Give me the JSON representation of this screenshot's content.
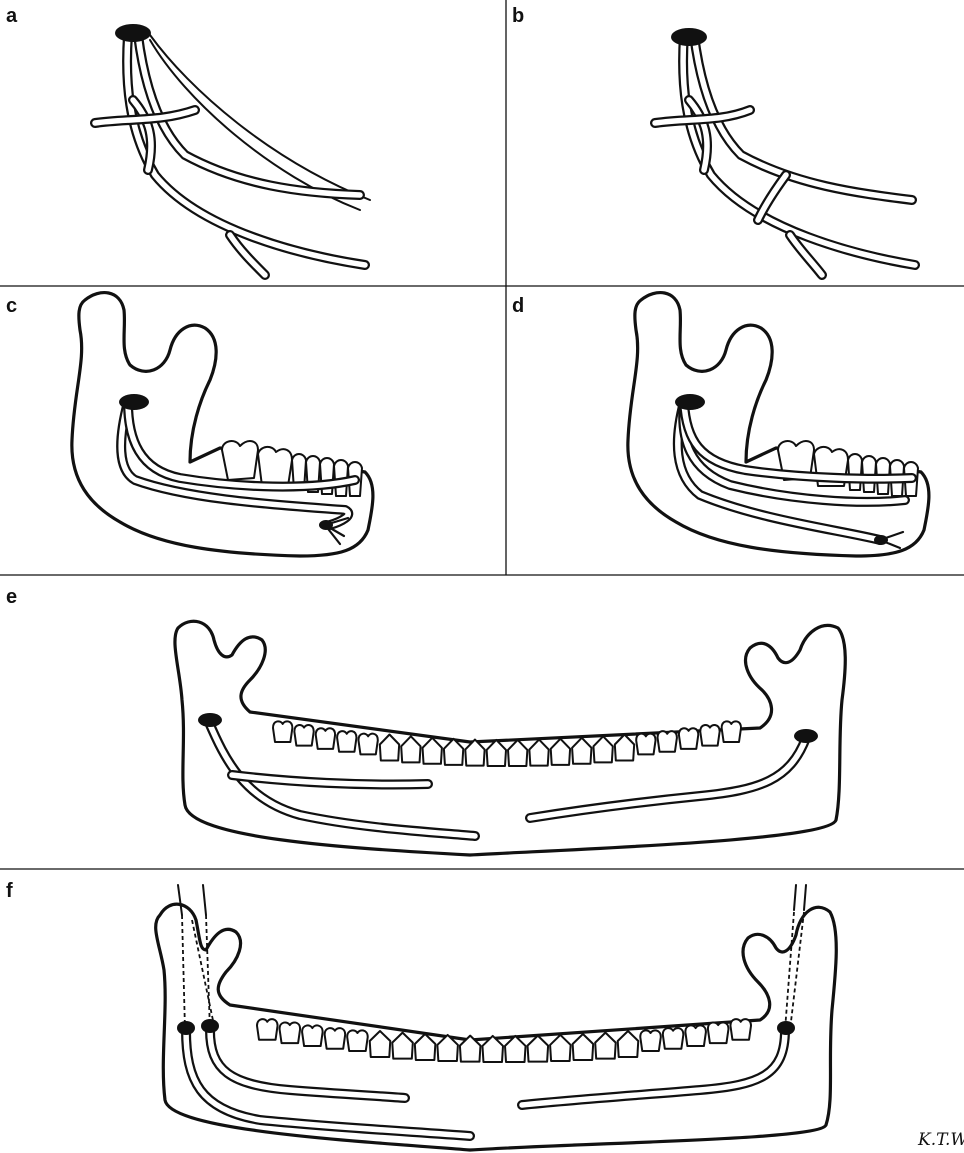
{
  "panels": [
    {
      "letter": "a"
    },
    {
      "letter": "b"
    },
    {
      "letter": "c"
    },
    {
      "letter": "d"
    },
    {
      "letter": "e"
    },
    {
      "letter": "f"
    }
  ],
  "signature": "K.T.W"
}
